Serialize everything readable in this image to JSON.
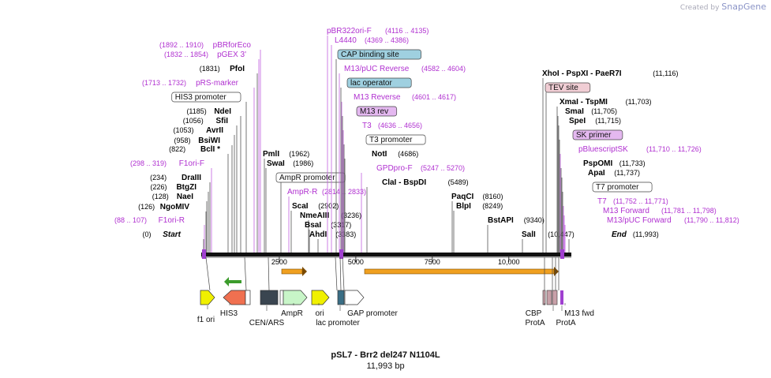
{
  "credit": {
    "prefix": "Created by",
    "brand": "SnapGene"
  },
  "title": "pSL7 - Brr2 del247 N1104L",
  "length_label": "11,993 bp",
  "sequence_length": 11993,
  "colors": {
    "enzyme": "#000000",
    "primer": "#b030d0",
    "feature_box_blue": "#9fd0e0",
    "feature_box_purple": "#e4b8f0",
    "feature_box_pink": "#f0cdd4",
    "backbone": "#111111",
    "orf_arrow": "#f0a020",
    "green_arrow": "#3c9c2c"
  },
  "ticks": [
    "2500",
    "5000",
    "7500",
    "10,000"
  ],
  "tick_values": [
    2500,
    5000,
    7500,
    10000
  ],
  "labels": [
    {
      "name": "pBRforEco",
      "range": "(1892 .. 1910)",
      "kind": "primer"
    },
    {
      "name": "pGEX 3'",
      "range": "(1832 .. 1854)",
      "kind": "primer"
    },
    {
      "name": "PfoI",
      "range": "(1831)",
      "kind": "enzyme"
    },
    {
      "name": "pRS-marker",
      "range": "(1713 .. 1732)",
      "kind": "primer"
    },
    {
      "name": "HIS3 promoter",
      "range": "",
      "kind": "box-white"
    },
    {
      "name": "NdeI",
      "range": "(1185)",
      "kind": "enzyme"
    },
    {
      "name": "SfiI",
      "range": "(1056)",
      "kind": "enzyme"
    },
    {
      "name": "AvrII",
      "range": "(1053)",
      "kind": "enzyme"
    },
    {
      "name": "BsiWI",
      "range": "(958)",
      "kind": "enzyme"
    },
    {
      "name": "BclI *",
      "range": "(822)",
      "kind": "enzyme"
    },
    {
      "name": "F1ori-F",
      "range": "(298 .. 319)",
      "kind": "primer"
    },
    {
      "name": "DraIII",
      "range": "(234)",
      "kind": "enzyme"
    },
    {
      "name": "BtgZI",
      "range": "(226)",
      "kind": "enzyme"
    },
    {
      "name": "NaeI",
      "range": "(128)",
      "kind": "enzyme"
    },
    {
      "name": "NgoMIV",
      "range": "(126)",
      "kind": "enzyme"
    },
    {
      "name": "F1ori-R",
      "range": "(88 .. 107)",
      "kind": "primer"
    },
    {
      "name": "Start",
      "range": "(0)",
      "kind": "enzyme"
    },
    {
      "name": "PmlI",
      "range": "(1962)",
      "kind": "enzyme"
    },
    {
      "name": "SwaI",
      "range": "(1986)",
      "kind": "enzyme"
    },
    {
      "name": "AmpR promoter",
      "range": "",
      "kind": "box-white"
    },
    {
      "name": "AmpR-R",
      "range": "(2814 .. 2833)",
      "kind": "primer"
    },
    {
      "name": "ScaI",
      "range": "(2902)",
      "kind": "enzyme"
    },
    {
      "name": "NmeAIII",
      "range": "(3236)",
      "kind": "enzyme"
    },
    {
      "name": "BsaI",
      "range": "(3317)",
      "kind": "enzyme"
    },
    {
      "name": "AhdI",
      "range": "(3383)",
      "kind": "enzyme"
    },
    {
      "name": "pBR322ori-F",
      "range": "(4116 .. 4135)",
      "kind": "primer"
    },
    {
      "name": "L4440",
      "range": "(4369 .. 4386)",
      "kind": "primer"
    },
    {
      "name": "CAP binding site",
      "range": "",
      "kind": "box-blue"
    },
    {
      "name": "M13/pUC Reverse",
      "range": "(4582 .. 4604)",
      "kind": "primer"
    },
    {
      "name": "lac operator",
      "range": "",
      "kind": "box-blue"
    },
    {
      "name": "M13 Reverse",
      "range": "(4601 .. 4617)",
      "kind": "primer"
    },
    {
      "name": "M13 rev",
      "range": "",
      "kind": "box-purple"
    },
    {
      "name": "T3",
      "range": "(4636 .. 4656)",
      "kind": "primer"
    },
    {
      "name": "T3 promoter",
      "range": "",
      "kind": "box-white"
    },
    {
      "name": "NotI",
      "range": "(4686)",
      "kind": "enzyme"
    },
    {
      "name": "GPDpro-F",
      "range": "(5247 .. 5270)",
      "kind": "primer"
    },
    {
      "name": "ClaI - BspDI",
      "range": "(5489)",
      "kind": "enzyme"
    },
    {
      "name": "PaqCI",
      "range": "(8160)",
      "kind": "enzyme"
    },
    {
      "name": "BlpI",
      "range": "(8249)",
      "kind": "enzyme"
    },
    {
      "name": "BstAPI",
      "range": "(9340)",
      "kind": "enzyme"
    },
    {
      "name": "SalI",
      "range": "(10,447)",
      "kind": "enzyme"
    },
    {
      "name": "XhoI - PspXI - PaeR7I",
      "range": "(11,116)",
      "kind": "enzyme"
    },
    {
      "name": "TEV site",
      "range": "",
      "kind": "box-pink"
    },
    {
      "name": "XmaI - TspMI",
      "range": "(11,703)",
      "kind": "enzyme"
    },
    {
      "name": "SmaI",
      "range": "(11,705)",
      "kind": "enzyme"
    },
    {
      "name": "SpeI",
      "range": "(11,715)",
      "kind": "enzyme"
    },
    {
      "name": "SK primer",
      "range": "",
      "kind": "box-purple"
    },
    {
      "name": "pBluescriptSK",
      "range": "(11,710 .. 11,726)",
      "kind": "primer"
    },
    {
      "name": "PspOMI",
      "range": "(11,733)",
      "kind": "enzyme"
    },
    {
      "name": "ApaI",
      "range": "(11,737)",
      "kind": "enzyme"
    },
    {
      "name": "T7 promoter",
      "range": "",
      "kind": "box-white"
    },
    {
      "name": "T7",
      "range": "(11,752 .. 11,771)",
      "kind": "primer"
    },
    {
      "name": "M13 Forward",
      "range": "(11,781 .. 11,798)",
      "kind": "primer"
    },
    {
      "name": "M13/pUC Forward",
      "range": "(11,790 .. 11,812)",
      "kind": "primer"
    },
    {
      "name": "End",
      "range": "(11,993)",
      "kind": "enzyme"
    }
  ],
  "features_bottom": [
    "f1 ori",
    "HIS3",
    "CEN/ARS",
    "AmpR",
    "ori",
    "lac promoter",
    "GAP promoter",
    "CBP",
    "ProtA",
    "M13 fwd",
    "ProtA"
  ]
}
